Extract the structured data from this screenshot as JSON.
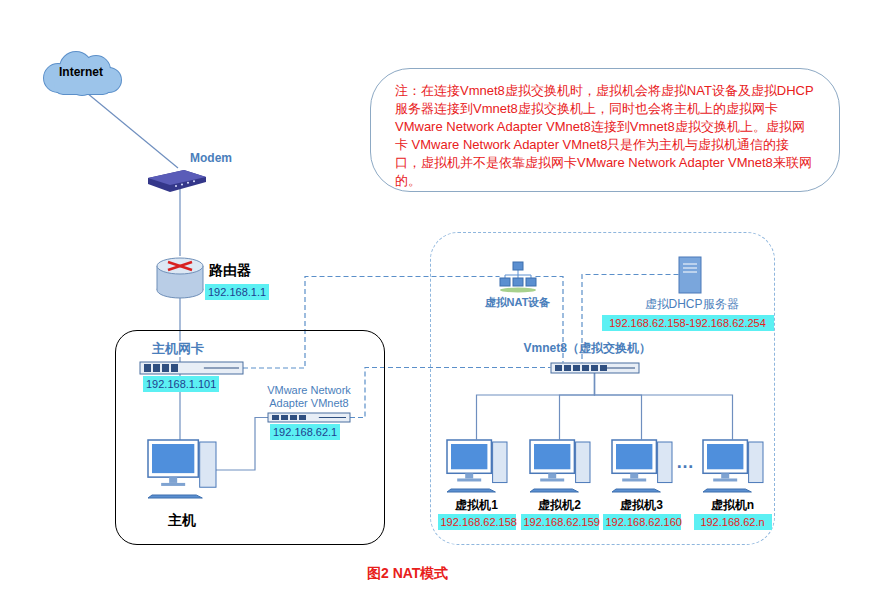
{
  "diagram": {
    "caption": "图2 NAT模式",
    "nodes": [
      {
        "text": [
          "Internet"
        ]
      },
      {
        "text": [
          "注：在连接Vmnet8虚拟交换机时，虚拟机会将虚拟NAT设备及虚拟DHCP服务器连接到Vmnet8虚拟交换机上，同时也会将主机上的虚拟网卡 VMware Network Adapter VMnet8连接到Vmnet8虚拟交换机上。虚拟网卡 VMware Network Adapter VMnet8只是作为主机与虚拟机通信的接口，虚拟机并不是依靠虚拟网卡VMware Network Adapter VMnet8来联网的。"
        ]
      },
      {
        "text": [
          "Modem"
        ]
      },
      {
        "text": [
          "路由器",
          "192.168.1.1"
        ]
      },
      {
        "text": []
      },
      {
        "text": [
          "虚拟NAT设备"
        ],
        "in": 4
      },
      {
        "text": [
          "虚拟DHCP服务器",
          "192.168.62.158-192.168.62.254"
        ],
        "in": 4
      },
      {
        "text": []
      },
      {
        "text": [
          "主机网卡",
          "192.168.1.101"
        ],
        "in": 7
      },
      {
        "text": [
          "Vmnet8（虚拟交换机）"
        ],
        "in": 4
      },
      {
        "text": [
          "VMware Network Adapter VMnet8",
          "192.168.62.1"
        ],
        "in": 7
      },
      {
        "text": [
          "主机"
        ],
        "in": 7
      },
      {
        "text": [
          "虚拟机1",
          "192.168.62.158"
        ],
        "in": 4
      },
      {
        "text": [
          "虚拟机2",
          "192.168.62.159"
        ],
        "in": 4
      },
      {
        "text": [
          "虚拟机3",
          "192.168.62.160"
        ],
        "in": 4
      },
      {
        "text": [
          "虚拟机n",
          "192.168.62.n"
        ],
        "in": 4
      }
    ],
    "edges": [
      {
        "from": 0,
        "to": 2,
        "arrow": "none"
      },
      {
        "from": 2,
        "to": 3,
        "arrow": "none"
      },
      {
        "from": 3,
        "to": 8,
        "arrow": "none"
      },
      {
        "from": 8,
        "to": 5,
        "arrow": "none"
      },
      {
        "from": 5,
        "to": 9,
        "arrow": "none"
      },
      {
        "from": 6,
        "to": 9,
        "arrow": "none"
      },
      {
        "from": 10,
        "to": 9,
        "arrow": "none"
      },
      {
        "from": 8,
        "to": 11,
        "arrow": "none"
      },
      {
        "from": 10,
        "to": 11,
        "arrow": "none"
      },
      {
        "from": 9,
        "to": 12,
        "arrow": "none"
      },
      {
        "from": 9,
        "to": 13,
        "arrow": "none"
      },
      {
        "from": 9,
        "to": 14,
        "arrow": "none"
      },
      {
        "from": 9,
        "to": 15,
        "arrow": "none"
      }
    ],
    "labels": [
      "…"
    ]
  }
}
